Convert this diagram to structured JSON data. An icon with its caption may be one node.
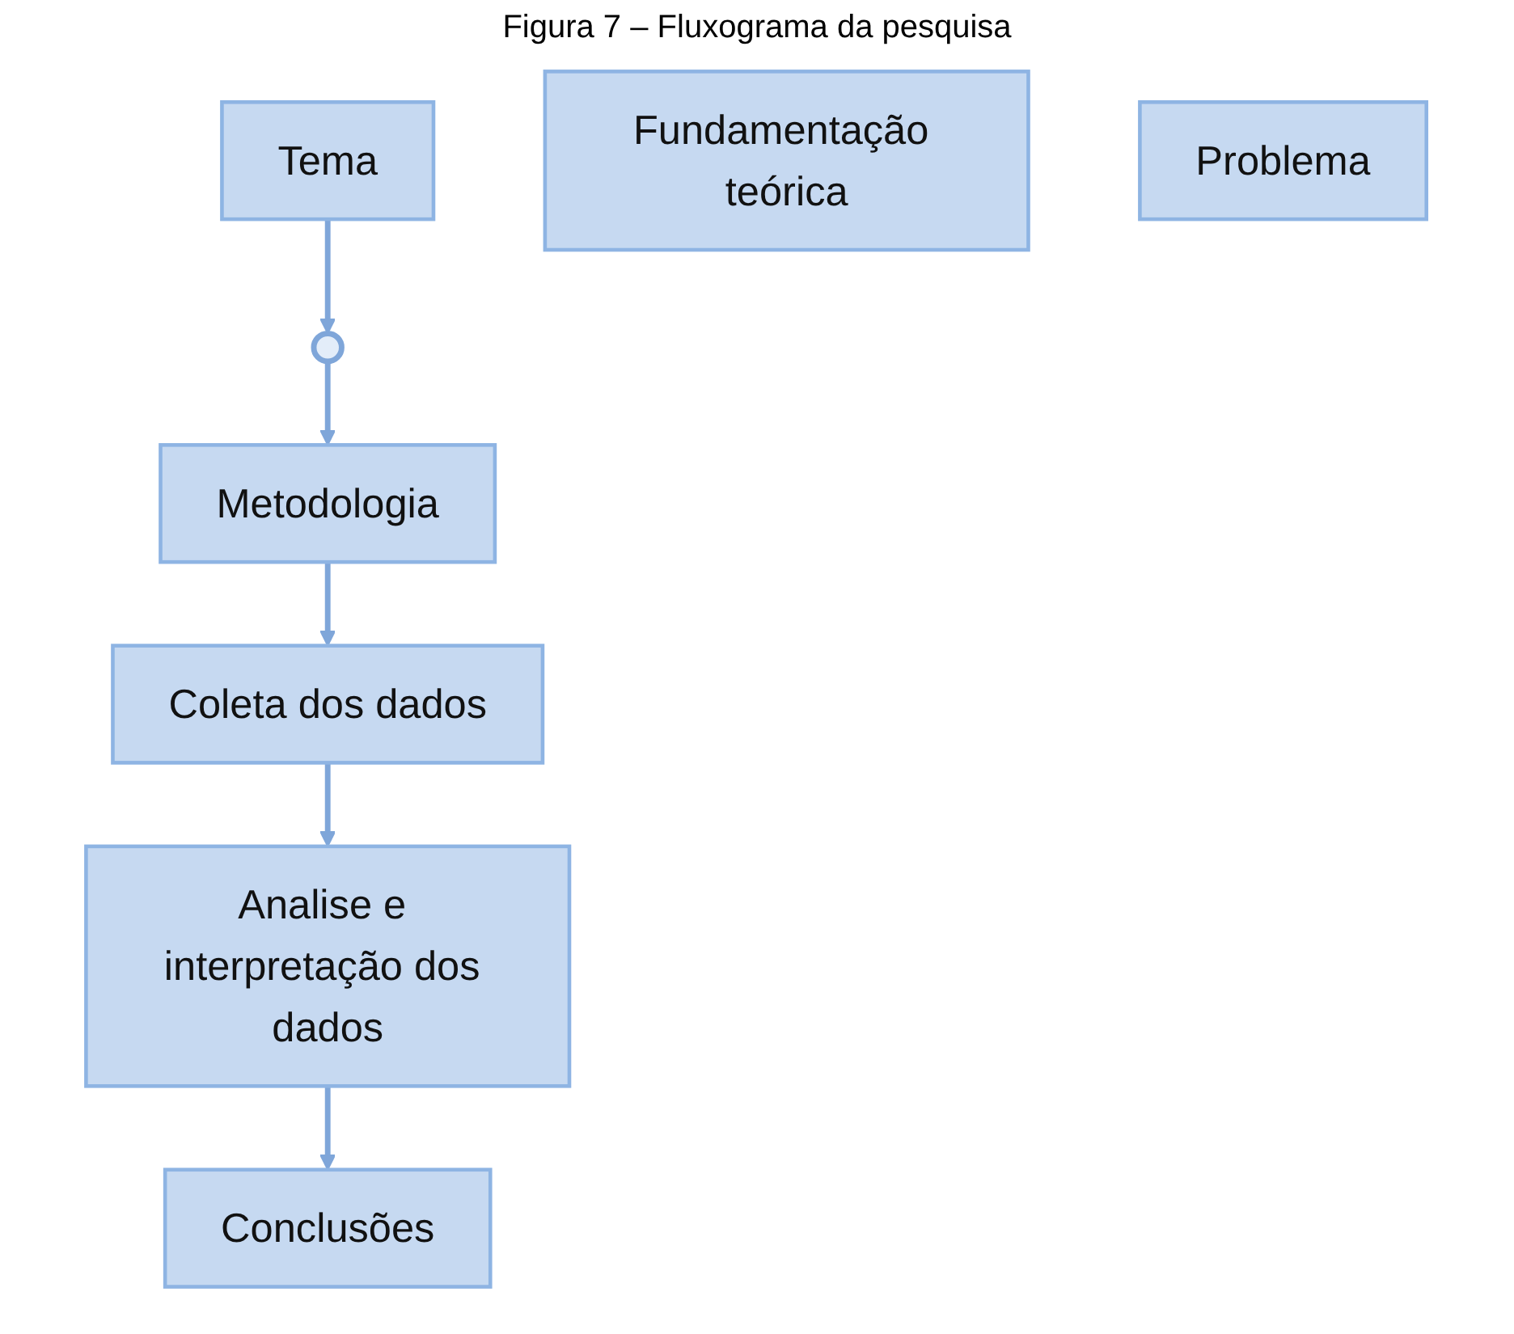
{
  "diagram": {
    "title": "Figura 7 – Fluxograma da pesquisa",
    "nodes": [
      {
        "text": [
          "Tema"
        ]
      },
      {
        "text": [
          "Fundamentação teórica"
        ]
      },
      {
        "text": [],
        "shape": "picture"
      },
      {
        "text": [
          "Problema"
        ]
      },
      {
        "text": [
          "Metodologia"
        ]
      },
      {
        "text": [
          "Coleta dos dados"
        ]
      },
      {
        "text": [
          "Analise e interpretação dos dados"
        ]
      },
      {
        "text": [
          "Conclusões"
        ]
      }
    ],
    "edges": [
      {
        "from": 0,
        "to": 2,
        "arrow": "to"
      },
      {
        "from": 2,
        "to": 4,
        "arrow": "to"
      },
      {
        "from": 4,
        "to": 5,
        "arrow": "to"
      },
      {
        "from": 5,
        "to": 6,
        "arrow": "to"
      },
      {
        "from": 6,
        "to": 7,
        "arrow": "to"
      }
    ]
  }
}
